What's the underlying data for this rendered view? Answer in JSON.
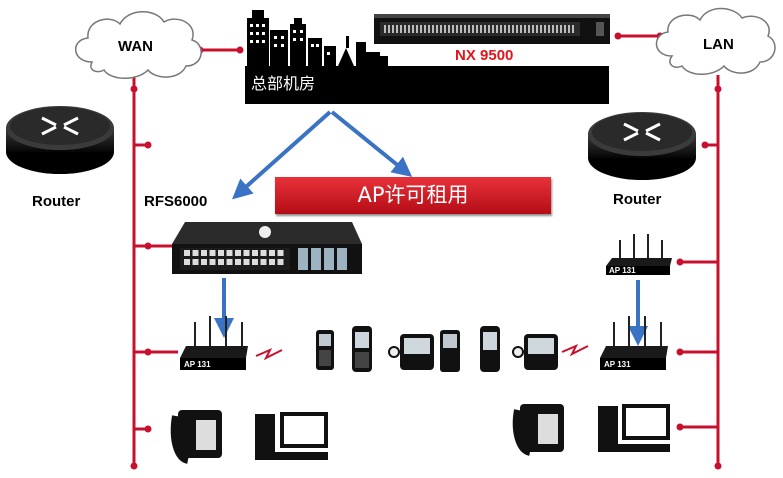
{
  "labels": {
    "wan": "WAN",
    "lan": "LAN",
    "hq": "总部机房",
    "nx": "NX 9500",
    "router_left": "Router",
    "router_right": "Router",
    "rfs": "RFS6000",
    "license": "AP许可租用",
    "ap": "AP 131"
  },
  "colors": {
    "link": "#c8102e",
    "arrow": "#3a72c4",
    "banner": "#d11f27",
    "nx_text": "#e3141a"
  }
}
